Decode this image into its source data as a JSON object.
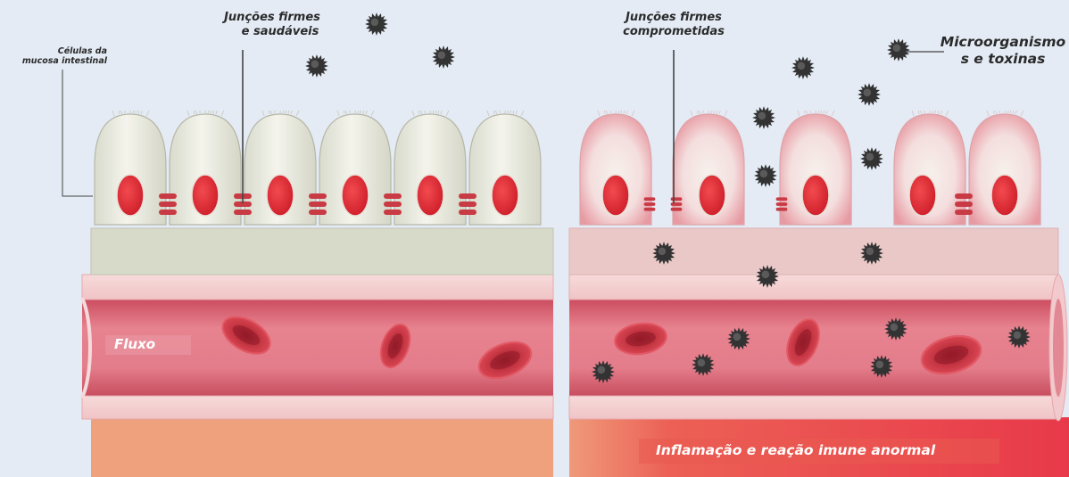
{
  "labels": {
    "cells_line1": "Células da",
    "cells_line2": "mucosa intestinal",
    "healthy_line1": "Junções firmes",
    "healthy_line2": "e saudáveis",
    "compromised_line1": "Junções firmes",
    "compromised_line2": "comprometidas",
    "microbes_line1": "Microorganismo",
    "microbes_line2": "s e toxinas",
    "flow": "Fluxo",
    "inflammation": "Inflamação e reação imune anormal"
  },
  "colors": {
    "background": "#e4ebf5",
    "cell_fill": "#ecece2",
    "nucleus": "#e8323c",
    "tight_junction": "#c83a44",
    "vessel": "#dd6a7a",
    "red_blood_cell": "#c8313d",
    "microbe": "#333333",
    "tissue_healthy": "#efa07c",
    "tissue_inflamed": "#e84248"
  },
  "icons": [
    "microbe-icon",
    "red-blood-cell-icon",
    "nucleus-icon",
    "tight-junction-icon"
  ]
}
